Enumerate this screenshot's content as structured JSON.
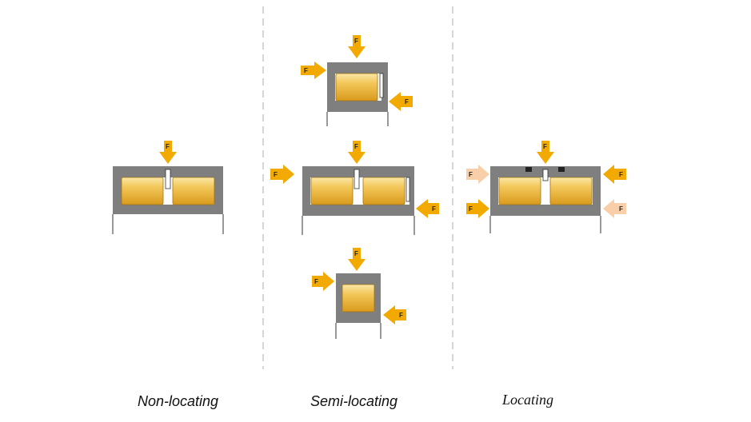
{
  "captions": {
    "non_locating": "Non-locating",
    "semi_locating": "Semi-locating",
    "locating": "Locating"
  },
  "force_label": "F",
  "colors": {
    "arrow": "#f2a900",
    "arrow_faded": "#f8cfa8",
    "ring": "#7f7f7f",
    "roller": "#f0c048",
    "divider": "#bbbbbb"
  }
}
